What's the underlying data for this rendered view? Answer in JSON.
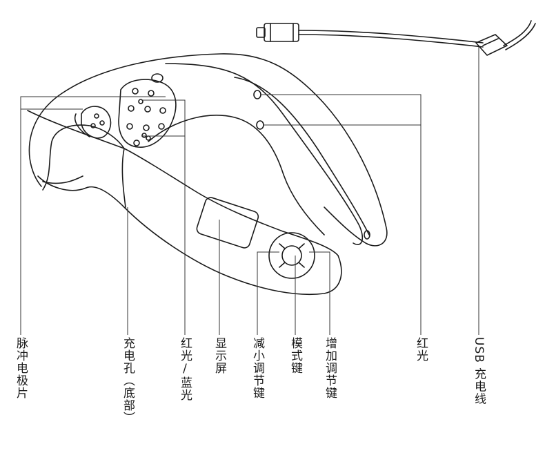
{
  "labels": {
    "pulse_electrode": "脉冲电极片",
    "charging_port": "充电孔（底部）",
    "red_blue_light": "红光/蓝光",
    "display": "显示屏",
    "decrease_button": "减小调节键",
    "mode_button": "模式键",
    "increase_button": "增加调节键",
    "red_light": "红光",
    "usb_charging_cable": "USB 充电线"
  }
}
